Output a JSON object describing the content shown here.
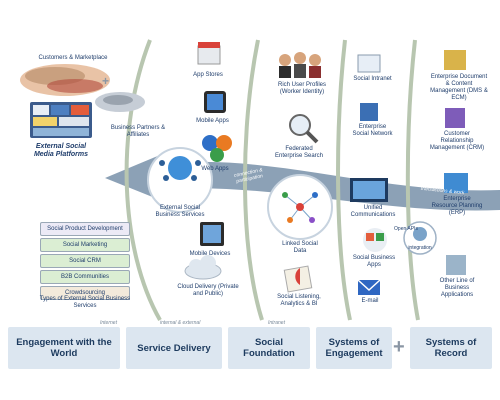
{
  "external": {
    "customers": "Customers & Marketplace",
    "partners": "Business Partners & Affiliates",
    "platforms": "External Social Media Platforms",
    "stack_title": "Social Product Development",
    "stack_items": [
      "Social Marketing",
      "Social CRM",
      "B2B Communities",
      "Crowdsourcing"
    ],
    "types": "Types of External Social Business Services",
    "zone": "Internet"
  },
  "service_delivery": {
    "hub": "External Social Business Services",
    "app_stores": "App Stores",
    "mobile_apps": "Mobile Apps",
    "web_apps": "Web Apps",
    "mobile_devices": "Mobile Devices",
    "cloud": "Cloud Delivery (Private and Public)",
    "zone": "internal & external"
  },
  "foundation": {
    "profiles": "Rich User Profiles (Worker Identity)",
    "search": "Federated Enterprise Search",
    "linked": "Linked Social Data",
    "listening": "Social Listening, Analytics & BI",
    "zone": "Intranet",
    "arrow": "connection & participation"
  },
  "engagement": {
    "intranet": "Social Intranet",
    "network": "Enterprise Social Network",
    "unified": "Unified Communications",
    "apps": "Social Business Apps",
    "email": "E-mail",
    "open_apis": "Open APIs",
    "integration": "integration",
    "arrow": "transactions & work"
  },
  "record": {
    "dms": "Enterprise Document & Content Management (DMS & ECM)",
    "crm": "Customer Relationship Management (CRM)",
    "erp": "Enterprise Resource Planning (ERP)",
    "other": "Other Line of Business Applications"
  },
  "footer": {
    "col1": "Engagement with the World",
    "col2": "Service Delivery",
    "col3": "Social Foundation",
    "col4": "Systems of Engagement",
    "plus": "+",
    "col5": "Systems of Record"
  },
  "colors": {
    "arrow": "#7f97ae",
    "curve": "#b8c6b0",
    "footer_bg": "#dce6f0",
    "text": "#1f3d6b",
    "stack": [
      "#eceaf6",
      "#dbeed3",
      "#dbeed3",
      "#dbeed3",
      "#f3eadb"
    ]
  }
}
